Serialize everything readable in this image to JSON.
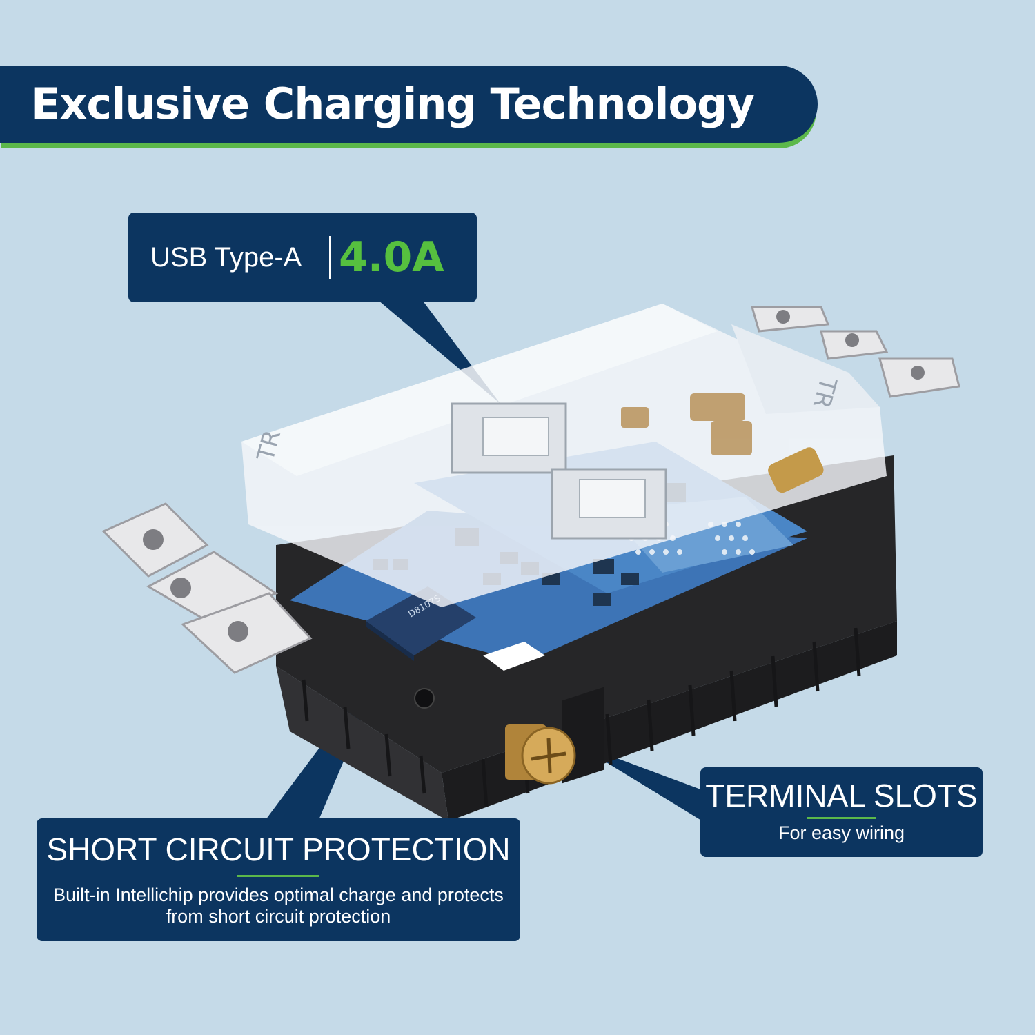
{
  "banner": {
    "title": "Exclusive Charging Technology"
  },
  "usb_callout": {
    "label": "USB Type-A",
    "value": "4.0A"
  },
  "short_circuit_callout": {
    "title": "SHORT CIRCUIT PROTECTION",
    "description": "Built-in Intellichip provides optimal charge and protects from short circuit protection"
  },
  "terminal_callout": {
    "title": "TERMINAL SLOTS",
    "subtitle": "For easy wiring"
  },
  "product": {
    "receptacle_marking_1": "TR",
    "receptacle_marking_2": "TR",
    "chip_marking": "D8107S"
  },
  "colors": {
    "background": "#c5dae8",
    "navy": "#0c3560",
    "green": "#5cb84a",
    "value_green": "#56c03f",
    "pcb_blue": "#3d74b6",
    "housing_black": "#262628"
  }
}
